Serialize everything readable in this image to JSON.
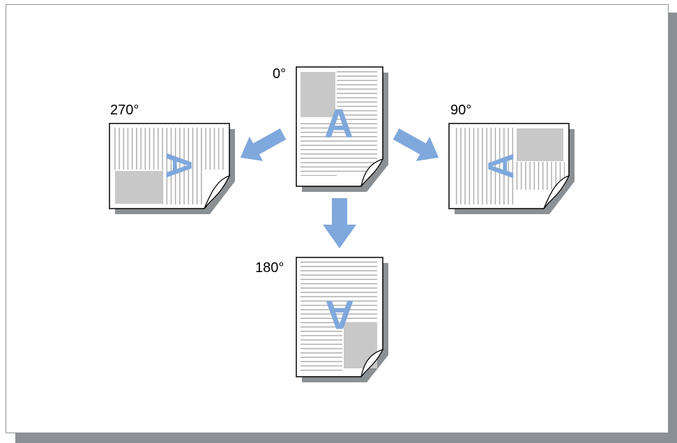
{
  "labels": {
    "rot_0": "0°",
    "rot_90": "90°",
    "rot_180": "180°",
    "rot_270": "270°"
  },
  "glyph": "A",
  "colors": {
    "arrow": "#7fa8dc",
    "glyph": "#7fa8dc",
    "block": "#c8c8c8",
    "lines": "#a8a8a8",
    "page_shadow": "#8b9094",
    "panel_border": "#8b9094"
  }
}
